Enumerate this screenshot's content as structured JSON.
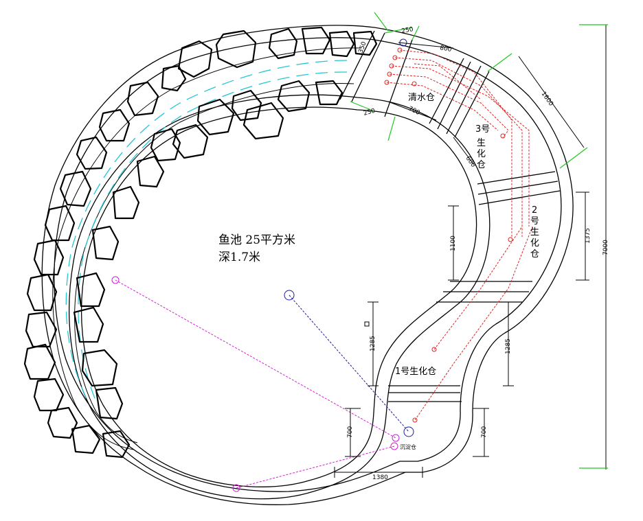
{
  "pond": {
    "title": "鱼池 25平方米",
    "depth": "深1.7米"
  },
  "chambers": {
    "clear_water": "清水仓",
    "bio3": [
      "3号",
      "生",
      "化",
      "仓"
    ],
    "bio2": [
      "2",
      "号",
      "生",
      "化",
      "仓"
    ],
    "bio1": "1号生化仓",
    "settling": "沉淀仓"
  },
  "dimensions": {
    "d250": "250",
    "d350": "350",
    "d800": "800",
    "d1600": "1600",
    "d250b": "250",
    "d700a": "700",
    "d600": "600",
    "d1375": "1375",
    "d7000": "7000",
    "d1100": "1100",
    "d1285a": "1285",
    "d1285b": "1285",
    "d700b": "700",
    "d700c": "700",
    "d1380": "1380"
  },
  "colors": {
    "water": "#22c6d8",
    "pipe_red": "#e02020",
    "pipe_magenta": "#d020d0",
    "pipe_blue": "#1a1aa0",
    "dimension_green": "#1ec81e"
  }
}
